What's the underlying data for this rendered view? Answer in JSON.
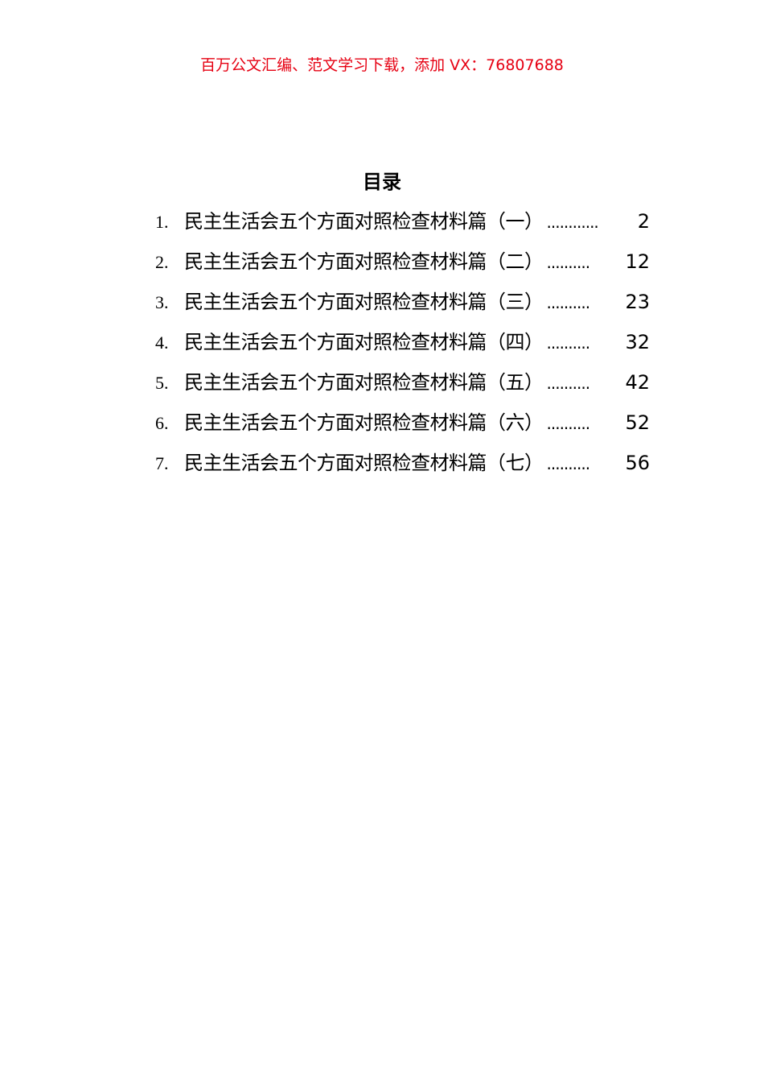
{
  "header": {
    "text": "百万公文汇编、范文学习下载，添加 VX：76807688",
    "color": "#e60012"
  },
  "toc": {
    "title": "目录",
    "items": [
      {
        "number": "1.",
        "title": "民主生活会五个方面对照检查材料篇（一）",
        "leader": "............",
        "page": "2"
      },
      {
        "number": "2.",
        "title": "民主生活会五个方面对照检查材料篇（二）",
        "leader": "..........",
        "page": "12"
      },
      {
        "number": "3.",
        "title": "民主生活会五个方面对照检查材料篇（三）",
        "leader": "..........",
        "page": "23"
      },
      {
        "number": "4.",
        "title": "民主生活会五个方面对照检查材料篇（四）",
        "leader": "..........",
        "page": "32"
      },
      {
        "number": "5.",
        "title": "民主生活会五个方面对照检查材料篇（五）",
        "leader": "..........",
        "page": "42"
      },
      {
        "number": "6.",
        "title": "民主生活会五个方面对照检查材料篇（六）",
        "leader": "..........",
        "page": "52"
      },
      {
        "number": "7.",
        "title": "民主生活会五个方面对照检查材料篇（七）",
        "leader": "..........",
        "page": "56"
      }
    ]
  }
}
